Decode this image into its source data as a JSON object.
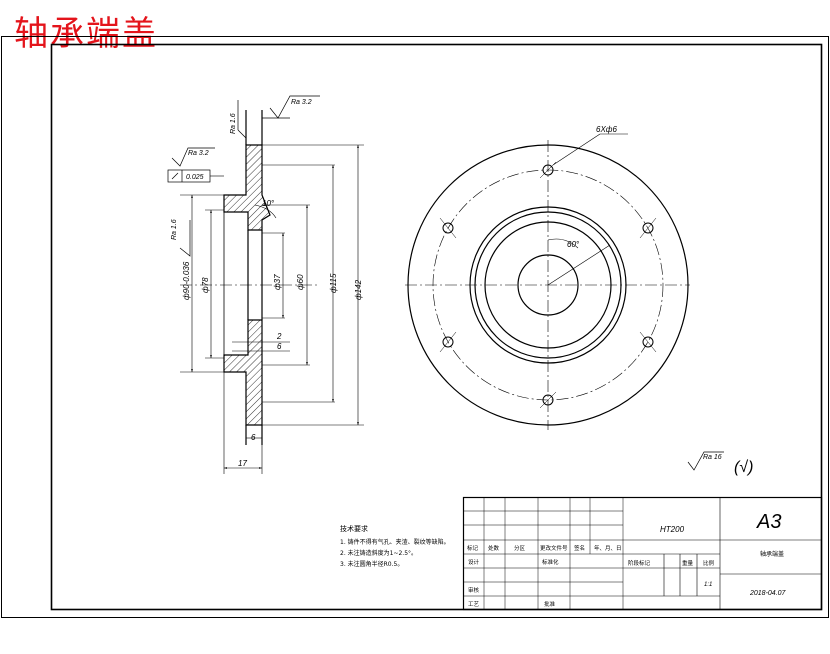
{
  "title": "轴承端盖",
  "section_view": {
    "roughness_top": "Ra 3.2",
    "roughness_side": "Ra 1.6",
    "roughness_left_upper": "Ra 3.2",
    "roughness_left_mid": "Ra 1.6",
    "tolerance_value": "0.025",
    "angle": "10°",
    "dim_d90": "ф90-0.036",
    "dim_d78": "ф78",
    "dim_d37": "ф37",
    "dim_d60": "ф60",
    "dim_d115": "ф115",
    "dim_d142": "ф142",
    "dim_2": "2",
    "dim_6": "6",
    "dim_6b": "6",
    "dim_17": "17"
  },
  "front_view": {
    "holes_label": "6Xф6",
    "angle_label": "60°"
  },
  "general_roughness": {
    "value": "Ra 16",
    "mark": "(√)"
  },
  "notes": {
    "heading": "技术要求",
    "items": [
      "1. 铸件不得有气孔、夹渣、裂纹等缺陷。",
      "2. 未注铸造斜度为1~2.5°。",
      "3. 未注圆角半径R0.5。"
    ]
  },
  "title_block": {
    "material": "HT200",
    "sheet_size": "A3",
    "part_name": "轴承端盖",
    "row_headers": [
      "标记",
      "处数",
      "分区",
      "更改文件号",
      "签名",
      "年、月、日"
    ],
    "designer": "设计",
    "standardization": "标准化",
    "reviewer": "审核",
    "process": "工艺",
    "approve": "批准",
    "stage_mark": "阶段标记",
    "weight": "重量",
    "scale": "比例",
    "scale_value": "1:1",
    "date": "2018-04.07"
  }
}
